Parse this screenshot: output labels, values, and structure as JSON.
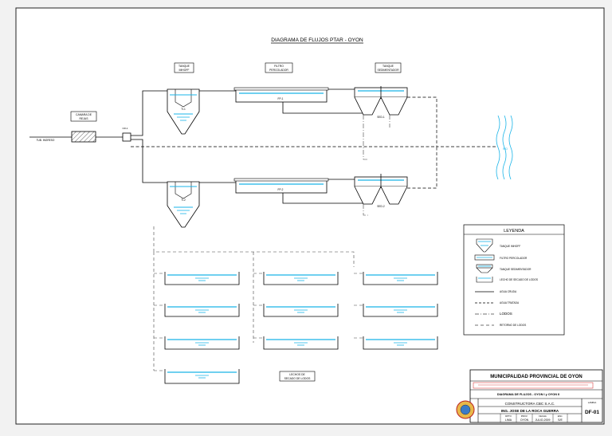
{
  "title": "DIAGRAMA DE FLUJOS PTAR - OYON",
  "labels": {
    "camara": [
      "CAMARA DE",
      "REJAS"
    ],
    "tanque_imhoff": [
      "TANQUE",
      "IMHOFF"
    ],
    "filtro": [
      "FILTRO",
      "PERCOLADOR"
    ],
    "tanque_sedimentador": [
      "TANQUE",
      "SEDIMENTADOR"
    ],
    "lechos": [
      "LECHOS DE",
      "SECADO DE LODOS"
    ],
    "ingreso": "TUB. INGRESO",
    "rio": "RIO"
  },
  "units": {
    "ti1": "TI-1",
    "ti2": "TI-2",
    "fp1": "FP-1",
    "fp2": "FP-2",
    "sed1": "SED-1",
    "sed2": "SED-2",
    "cr": "CR-1"
  },
  "legend": {
    "title": "LEYENDA",
    "items": [
      "TANQUE IMHOFF",
      "FILTRO PERCOLADOR",
      "TANQUE SEDIMENTADOR",
      "LECHO DE SECADO DE LODOS",
      "AGUA CRUDA",
      "AGUA TRATADA",
      "LODOS",
      "RETORNO DE LODOS"
    ]
  },
  "title_block": {
    "entity": "MUNICIPALIDAD PROVINCIAL DE OYON",
    "plano": "DIAGRAMA DE FLUJOS - OYON I y OYON II",
    "contratista": "CONSTRUCTORA CBC S.A.C.",
    "responsable": "ING. JOSE DE LA ROCA GUERRA",
    "dept_label": "DPTO",
    "dept": "LIMA",
    "prov_label": "PROV.",
    "prov": "OYON",
    "fecha_label": "FECHA",
    "fecha": "JULIO-2009",
    "escala_label": "ESC.",
    "escala": "S/E",
    "lamina_label": "LAMINA",
    "sheet_code": "DF-01"
  },
  "colors": {
    "water": "#19b4e8",
    "line": "#000000",
    "red": "#d22020",
    "tank_hatch": "#666666"
  }
}
